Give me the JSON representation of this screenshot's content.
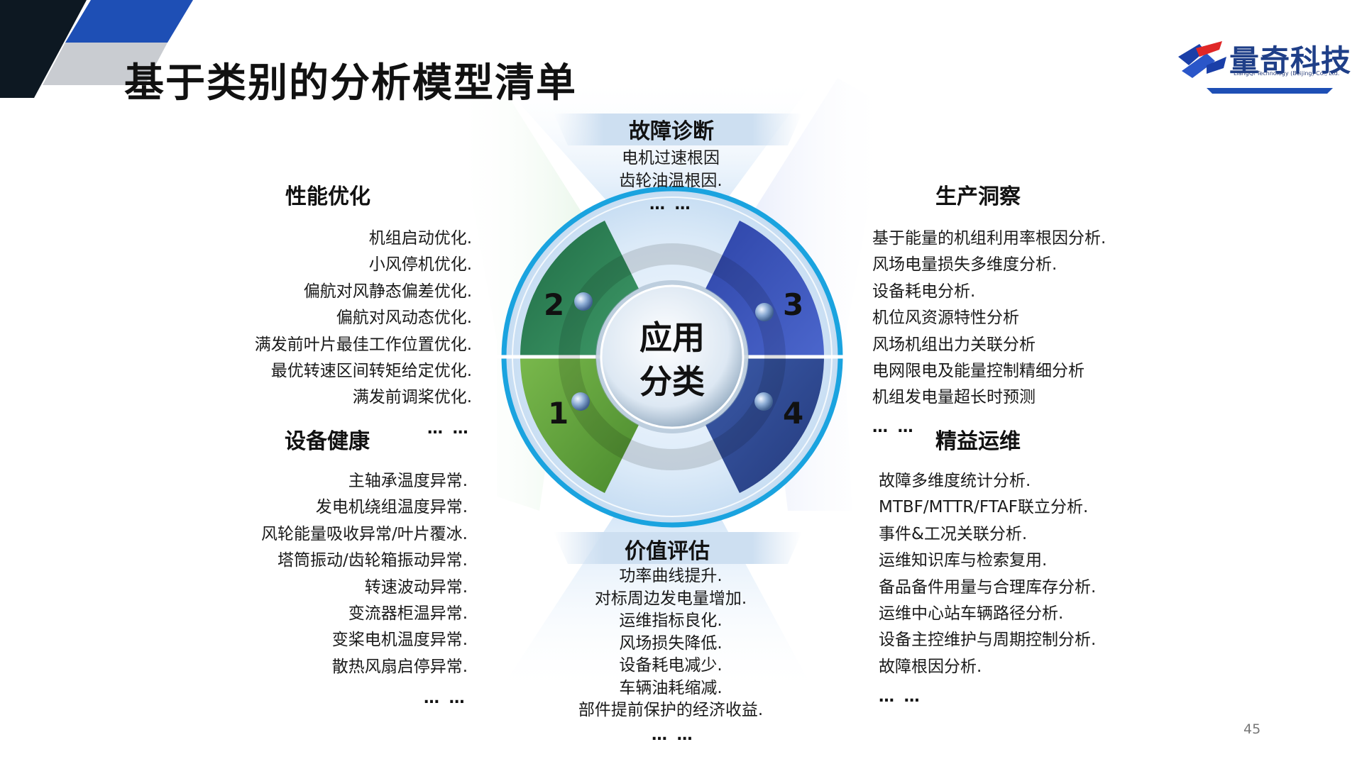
{
  "title": "基于类别的分析模型清单",
  "logo": {
    "name": "量奇科技",
    "subtitle": "LiangQi Technology (Beijing) Co., Ltd."
  },
  "center": {
    "line1": "应用",
    "line2": "分类"
  },
  "quadrant_numbers": [
    "1",
    "2",
    "3",
    "4"
  ],
  "sections": {
    "fault_diagnosis": {
      "title": "故障诊断",
      "items": [
        "电机过速根因",
        "齿轮油温根因."
      ],
      "more": "… …"
    },
    "performance": {
      "title": "性能优化",
      "items": [
        "机组启动优化.",
        "小风停机优化.",
        "偏航对风静态偏差优化.",
        "偏航对风动态优化.",
        "满发前叶片最佳工作位置优化.",
        "最优转速区间转矩给定优化.",
        "满发前调桨优化."
      ],
      "more": "… …"
    },
    "production": {
      "title": "生产洞察",
      "items": [
        "基于能量的机组利用率根因分析.",
        "风场电量损失多维度分析.",
        "设备耗电分析.",
        "机位风资源特性分析",
        "风场机组出力关联分析",
        "电网限电及能量控制精细分析",
        "机组发电量超长时预测"
      ],
      "more": "… …"
    },
    "health": {
      "title": "设备健康",
      "items": [
        "主轴承温度异常.",
        "发电机绕组温度异常.",
        "风轮能量吸收异常/叶片覆冰.",
        "塔筒振动/齿轮箱振动异常.",
        "转速波动异常.",
        "变流器柜温异常.",
        "变桨电机温度异常.",
        "散热风扇启停异常."
      ],
      "more": "… …"
    },
    "operations": {
      "title": "精益运维",
      "items": [
        "故障多维度统计分析.",
        "MTBF/MTTR/FTAF联立分析.",
        "事件&工况关联分析.",
        "运维知识库与检索复用.",
        "备品备件用量与合理库存分析.",
        "运维中心站车辆路径分析.",
        "设备主控维护与周期控制分析.",
        "故障根因分析."
      ],
      "more": "… …"
    },
    "value": {
      "title": "价值评估",
      "items": [
        "功率曲线提升.",
        "对标周边发电量增加.",
        "运维指标良化.",
        "风场损失降低.",
        "设备耗电减少.",
        "车辆油耗缩减.",
        "部件提前保护的经济收益."
      ],
      "more": "… …"
    }
  },
  "page_number": "45",
  "colors": {
    "segment_1": "#5e9e3c",
    "segment_2": "#2d7a55",
    "segment_3": "#3a52b8",
    "segment_4": "#2d4892",
    "ring": "#1aa3df",
    "header_dark": "#0d1822",
    "header_blue": "#1e4fb5"
  }
}
